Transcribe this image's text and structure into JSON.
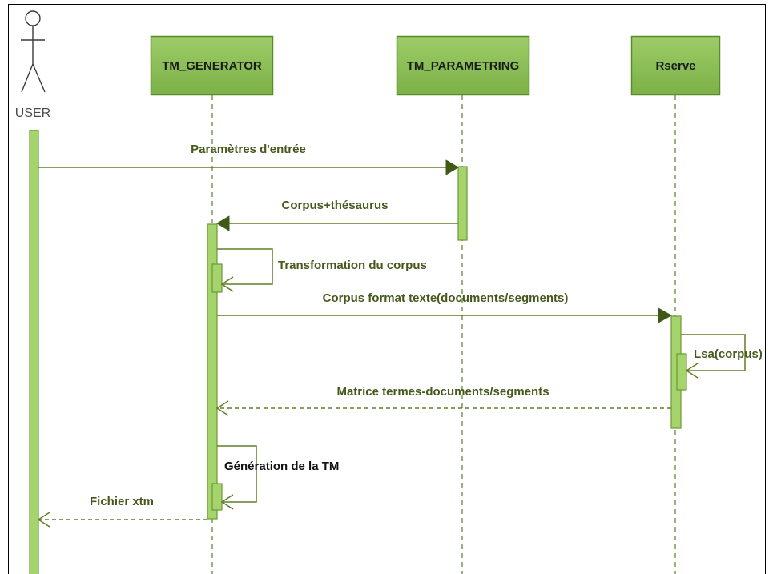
{
  "diagram": {
    "participants": [
      {
        "label": "USER"
      },
      {
        "label": "TM_GENERATOR"
      },
      {
        "label": "TM_PARAMETRING"
      },
      {
        "label": "Rserve"
      }
    ],
    "messages": [
      {
        "label": "Paramètres d'entrée",
        "from": 0,
        "to": 2,
        "dashed": false
      },
      {
        "label": "Corpus+thésaurus",
        "from": 2,
        "to": 1,
        "dashed": false
      },
      {
        "label": "Transformation du corpus",
        "from": 1,
        "to": 1,
        "dashed": false
      },
      {
        "label": "Corpus format texte(documents/segments)",
        "from": 1,
        "to": 3,
        "dashed": false
      },
      {
        "label": "Lsa(corpus)",
        "from": 3,
        "to": 3,
        "dashed": false
      },
      {
        "label": "Matrice termes-documents/segments",
        "from": 3,
        "to": 1,
        "dashed": true
      },
      {
        "label": "Génération de la TM",
        "from": 1,
        "to": 1,
        "dashed": false
      },
      {
        "label": "Fichier xtm",
        "from": 1,
        "to": 0,
        "dashed": true
      }
    ]
  },
  "colors": {
    "frame": "#000000",
    "actor": "#3a3a3a",
    "actor_text": "#4a4a4a",
    "box_fill_top": "#9dcc68",
    "box_fill_bottom": "#7bb146",
    "box_stroke": "#5b8a2c",
    "box_text": "#1a1a1a",
    "line": "#5e7d26",
    "arrow_fill": "#3f5a17",
    "activation_fill": "#a5d36c",
    "activation_stroke": "#6b9a35",
    "label_text": "#46591d",
    "dark_label_text": "#111111"
  }
}
